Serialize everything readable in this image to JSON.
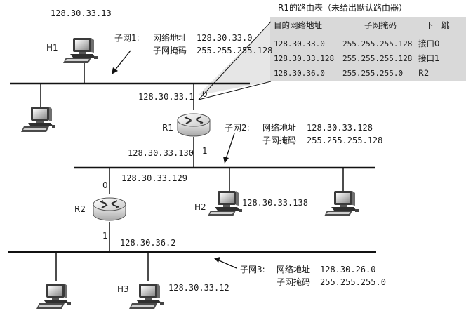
{
  "routing_table": {
    "title": "R1的路由表（未给出默认路由器）",
    "headers": [
      "目的网络地址",
      "子网掩码",
      "下一跳"
    ],
    "rows": [
      [
        "128.30.33.0",
        "255.255.255.128",
        "接口0"
      ],
      [
        "128.30.33.128",
        "255.255.255.128",
        "接口1"
      ],
      [
        "128.30.36.0",
        "255.255.255.0",
        "R2"
      ]
    ]
  },
  "subnets": {
    "s1": {
      "name": "子网1:",
      "addr_label": "网络地址",
      "addr": "128.30.33.0",
      "mask_label": "子网掩码",
      "mask": "255.255.255.128"
    },
    "s2": {
      "name": "子网2:",
      "addr_label": "网络地址",
      "addr": "128.30.33.128",
      "mask_label": "子网掩码",
      "mask": "255.255.255.128"
    },
    "s3": {
      "name": "子网3:",
      "addr_label": "网络地址",
      "addr": "128.30.26.0",
      "mask_label": "子网掩码",
      "mask": "255.255.255.0"
    }
  },
  "hosts": {
    "h1": {
      "label": "H1",
      "ip": "128.30.33.13"
    },
    "h2": {
      "label": "H2",
      "ip": "128.30.33.138"
    },
    "h3": {
      "label": "H3",
      "ip": "128.30.33.12"
    }
  },
  "routers": {
    "r1": {
      "label": "R1",
      "if0_num": "0",
      "if0_ip": "128.30.33.1",
      "if1_num": "1",
      "if1_ip": "128.30.33.130"
    },
    "r2": {
      "label": "R2",
      "if0_num": "0",
      "if0_ip": "128.30.33.129",
      "if1_num": "1",
      "if1_ip": "128.30.36.2"
    }
  },
  "colors": {
    "table_bg": "#d9d9d9",
    "line": "#111111"
  }
}
